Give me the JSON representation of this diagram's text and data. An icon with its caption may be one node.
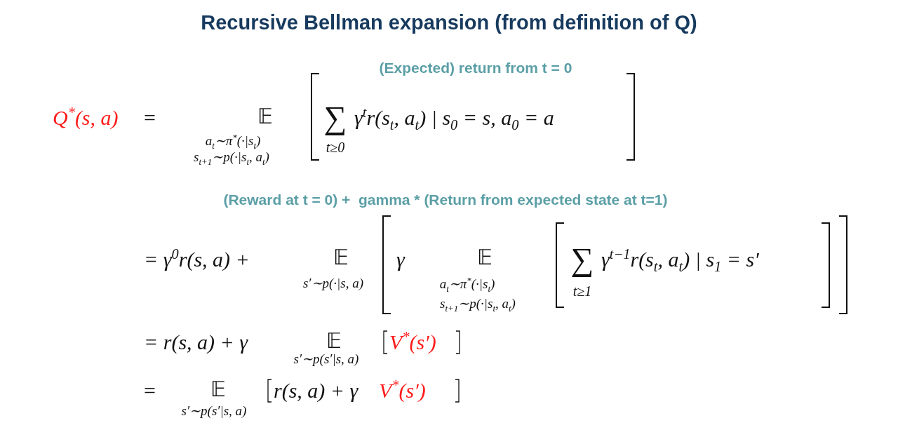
{
  "diagram": {
    "title": "Recursive Bellman expansion (from definition of Q)",
    "labels": [
      "(Expected) return from t = 0",
      "Q$^{*}$(s, a)",
      "=",
      "𝔼",
      "a$_{t}$∼π$^{*}$(·|s$_{t}$)",
      "s$_{t+1}$∼p(·|s$_{t}$, a$_{t}$)",
      "∑",
      "t≥0",
      "γ$^{t}$r(s$_{t}$, a$_{t}$) | s$_{0}$ = s, a$_{0}$ = a",
      "(Reward at t = 0) +  gamma * (Return from expected state at t=1)",
      "= γ$^{0}$r(s, a) +",
      "𝔼",
      "s′∼p(·|s, a)",
      "γ",
      "𝔼",
      "a$_{t}$∼π$^{*}$(·|s$_{t}$)",
      "s$_{t+1}$∼p(·|s$_{t}$, a$_{t}$)",
      "∑",
      "t≥1",
      "γ$^{t−1}$r(s$_{t}$, a$_{t}$) | s$_{1}$ = s′",
      "= r(s, a) + γ",
      "𝔼",
      "s′∼p(s′|s, a)",
      "V$^{*}$(s′)",
      "=",
      "𝔼",
      "s′∼p(s′|s, a)",
      "r(s, a) + γ",
      "V$^{*}$(s′)"
    ]
  }
}
